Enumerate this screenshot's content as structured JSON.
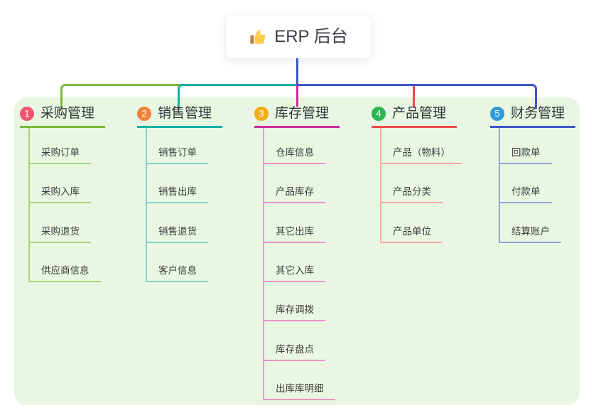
{
  "app": {
    "background_color": "#FFFFFF",
    "panel_color": "#E9F6E2"
  },
  "root": {
    "icon": "thumbs-up-icon",
    "label": "ERP 后台",
    "connector_color": "#4156C7"
  },
  "branches": [
    {
      "badge": "1",
      "label": "采购管理",
      "badge_color": "#F0566F",
      "line_color": "#7CBA3F",
      "child_line_color": "#ABD582",
      "children": [
        "采购订单",
        "采购入库",
        "采购退货",
        "供应商信息"
      ]
    },
    {
      "badge": "2",
      "label": "销售管理",
      "badge_color": "#F4813C",
      "line_color": "#13B2A2",
      "child_line_color": "#82D5CB",
      "children": [
        "销售订单",
        "销售出库",
        "销售退货",
        "客户信息"
      ]
    },
    {
      "badge": "3",
      "label": "库存管理",
      "badge_color": "#F4AC15",
      "line_color": "#CB2E9E",
      "child_line_color": "#EE92C9",
      "children": [
        "仓库信息",
        "产品库存",
        "其它出库",
        "其它入库",
        "库存调拨",
        "库存盘点",
        "出库库明细"
      ]
    },
    {
      "badge": "4",
      "label": "产品管理",
      "badge_color": "#2BB753",
      "line_color": "#F04A4A",
      "child_line_color": "#F7A7A2",
      "children": [
        "产品（物料）",
        "产品分类",
        "产品单位"
      ]
    },
    {
      "badge": "5",
      "label": "财务管理",
      "badge_color": "#2F9BDA",
      "line_color": "#4156C7",
      "child_line_color": "#93A6DE",
      "children": [
        "回款单",
        "付款单",
        "结算账户"
      ]
    }
  ]
}
